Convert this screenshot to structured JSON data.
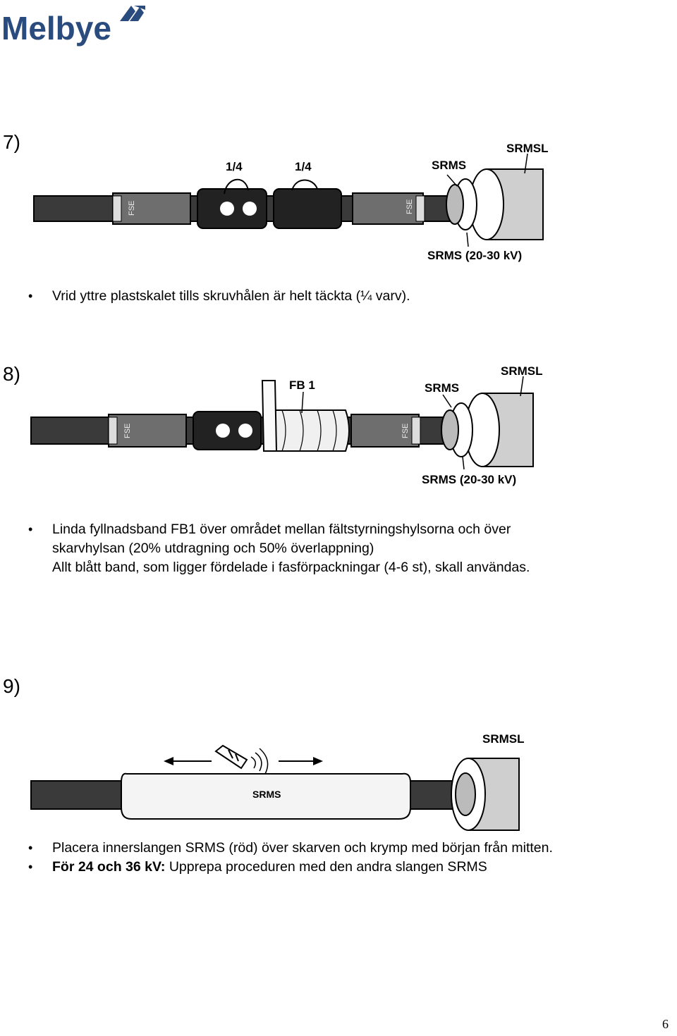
{
  "brand": {
    "name": "Melbye",
    "color": "#2a4b7e"
  },
  "steps": [
    {
      "number": "7)",
      "figure": {
        "labels": {
          "quarter1": "1/4",
          "quarter2": "1/4",
          "srms_top": "SRMS",
          "srmsl": "SRMSL",
          "srms_bottom": "SRMS (20-30 kV)",
          "fse_left": "FSE",
          "fse_right": "FSE"
        }
      },
      "bullets": [
        {
          "text": "Vrid yttre plastskalet tills skruvhålen är helt täckta (¼ varv)."
        }
      ]
    },
    {
      "number": "8)",
      "figure": {
        "labels": {
          "fb1": "FB 1",
          "srms_top": "SRMS",
          "srmsl": "SRMSL",
          "srms_bottom": "SRMS (20-30 kV)",
          "fse_left": "FSE",
          "fse_right": "FSE"
        }
      },
      "bullets": [
        {
          "lines": [
            "Linda fyllnadsband FB1 över området mellan fältstyrningshylsorna och över",
            "skarvhylsan (20% utdragning och 50% överlappning)",
            "Allt blått band,  som ligger fördelade i fasförpackningar (4-6 st), skall användas."
          ]
        }
      ]
    },
    {
      "number": "9)",
      "figure": {
        "labels": {
          "srmsl": "SRMSL",
          "srms": "SRMS"
        }
      },
      "bullets": [
        {
          "text": "Placera innerslangen SRMS (röd) över skarven och krymp med början från mitten."
        },
        {
          "bold": "För 24 och 36 kV:",
          "text": " Upprepa proceduren med den andra slangen SRMS"
        }
      ]
    }
  ],
  "page_number": "6"
}
